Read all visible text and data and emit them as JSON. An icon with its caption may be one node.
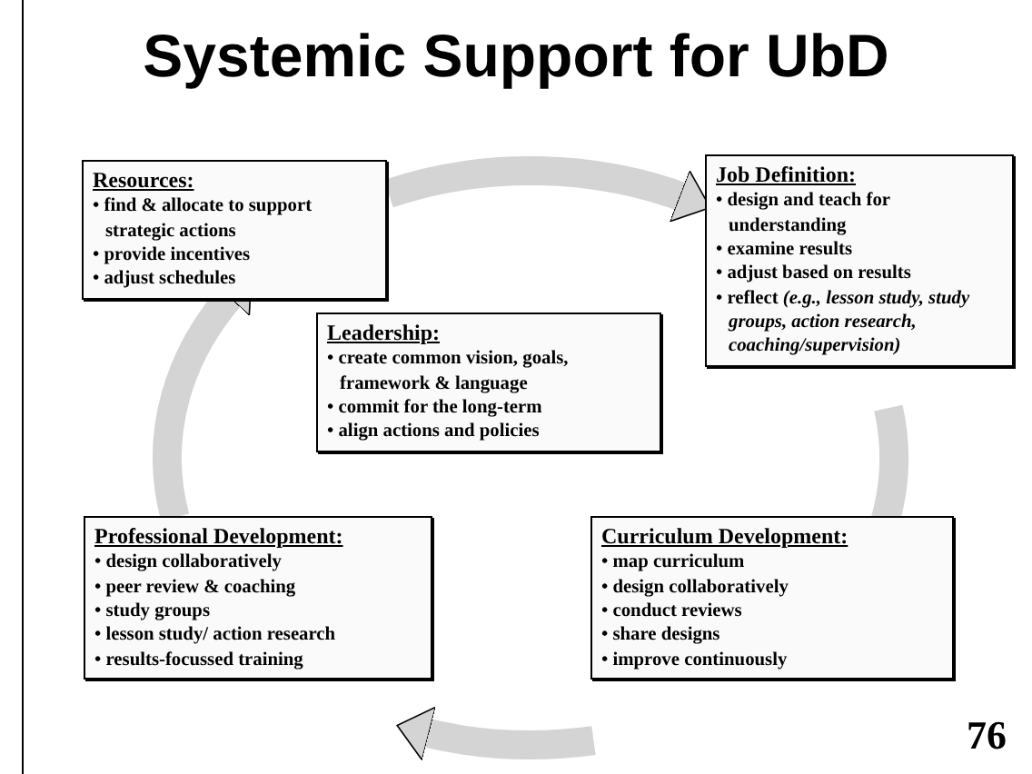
{
  "diagram": {
    "title": "Systemic Support for UbD",
    "nodes": [
      {
        "text": [
          "Resources:",
          "• find & allocate to support strategic actions",
          "• provide incentives",
          "• adjust schedules"
        ]
      },
      {
        "text": [
          "Job Definition:",
          "• design and teach for understanding",
          "• examine results",
          "• adjust based on results",
          "• reflect *(e.g., lesson study, study groups, action research, coaching/supervision)*"
        ]
      },
      {
        "text": [
          "Leadership:",
          "• create common vision, goals, framework & language",
          "• commit for the long-term",
          "• align actions and policies"
        ]
      },
      {
        "text": [
          "Professional Development:",
          "• design collaboratively",
          "• peer review & coaching",
          "• study groups",
          "• lesson study/ action research",
          "• results-focussed training"
        ]
      },
      {
        "text": [
          "Curriculum Development:",
          "• map curriculum",
          "• design collaboratively",
          "• conduct reviews",
          "• share designs",
          "• improve continuously"
        ]
      }
    ],
    "edges": [
      {
        "from": 0,
        "to": 1,
        "arrow": "to"
      },
      {
        "from": 1,
        "to": 4,
        "arrow": "to"
      },
      {
        "from": 4,
        "to": 3,
        "arrow": "to"
      },
      {
        "from": 3,
        "to": 0,
        "arrow": "to"
      }
    ],
    "labels": [
      "76"
    ]
  }
}
